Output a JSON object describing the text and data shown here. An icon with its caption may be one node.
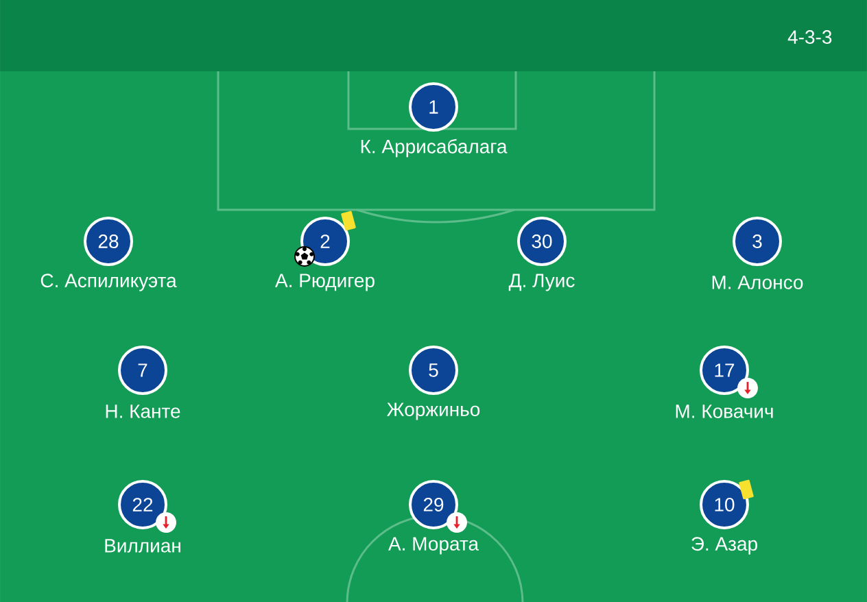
{
  "diagram": {
    "nodes": [
      {
        "text": [
          "1",
          "К. Аррисабалага"
        ]
      },
      {
        "text": [
          "28",
          "С. Аспиликуэта"
        ]
      },
      {
        "text": [
          "2",
          "А. Рюдигер"
        ]
      },
      {
        "text": [
          "30",
          "Д. Луис"
        ]
      },
      {
        "text": [
          "3",
          "М. Алонсо"
        ]
      },
      {
        "text": [
          "7",
          "Н. Канте"
        ]
      },
      {
        "text": [
          "5",
          "Жоржиньо"
        ]
      },
      {
        "text": [
          "17",
          "М. Ковачич"
        ]
      },
      {
        "text": [
          "22",
          "Виллиан"
        ]
      },
      {
        "text": [
          "29",
          "А. Мората"
        ]
      },
      {
        "text": [
          "10",
          "Э. Азар"
        ]
      }
    ],
    "labels": [
      "4-3-3"
    ]
  }
}
